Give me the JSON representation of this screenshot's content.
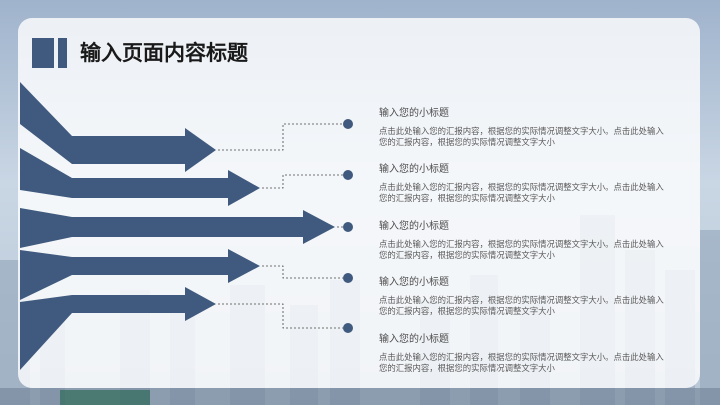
{
  "page": {
    "title": "输入页面内容标题"
  },
  "colors": {
    "accent": "#3f5a7e",
    "connector": "#444444"
  },
  "items": [
    {
      "title": "输入您的小标题",
      "body": "点击此处输入您的汇报内容，根据您的实际情况调整文字大小。点击此处输入您的汇报内容，根据您的实际情况调整文字大小"
    },
    {
      "title": "输入您的小标题",
      "body": "点击此处输入您的汇报内容，根据您的实际情况调整文字大小。点击此处输入您的汇报内容，根据您的实际情况调整文字大小"
    },
    {
      "title": "输入您的小标题",
      "body": "点击此处输入您的汇报内容，根据您的实际情况调整文字大小。点击此处输入您的汇报内容，根据您的实际情况调整文字大小"
    },
    {
      "title": "输入您的小标题",
      "body": "点击此处输入您的汇报内容，根据您的实际情况调整文字大小。点击此处输入您的汇报内容，根据您的实际情况调整文字大小"
    },
    {
      "title": "输入您的小标题",
      "body": "点击此处输入您的汇报内容，根据您的实际情况调整文字大小。点击此处输入您的汇报内容，根据您的实际情况调整文字大小"
    }
  ]
}
